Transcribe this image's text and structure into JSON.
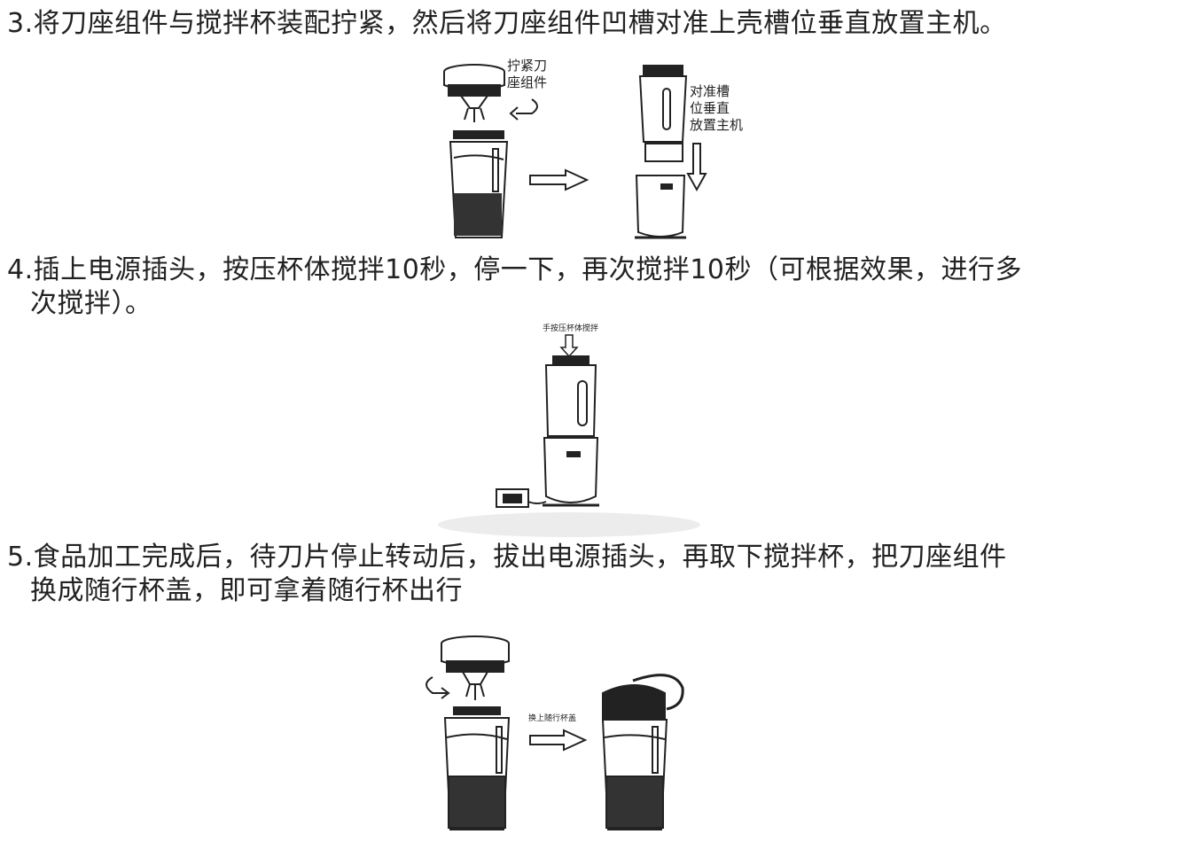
{
  "steps": [
    {
      "line1": "3.将刀座组件与搅拌杯装配拧紧，然后将刀座组件凹槽对准上壳槽位垂直放置主机。",
      "line2": ""
    },
    {
      "line1": "4.插上电源插头，按压杯体搅拌10秒，停一下，再次搅拌10秒（可根据效果，进行多",
      "line2": "次搅拌）。"
    },
    {
      "line1": "5.食品加工完成后，待刀片停止转动后，拔出电源插头，再取下搅拌杯，把刀座组件",
      "line2": "换成随行杯盖，即可拿着随行杯出行"
    }
  ],
  "figures": {
    "fig3": {
      "tighten_label_line1": "拧紧刀",
      "tighten_label_line2": "座组件",
      "align_label_line1": "对准槽",
      "align_label_line2": "位垂直",
      "align_label_line3": "放置主机"
    },
    "fig4": {
      "press_label": "手按压杯体搅拌"
    },
    "fig5": {
      "swap_label": "换上随行杯盖"
    }
  }
}
